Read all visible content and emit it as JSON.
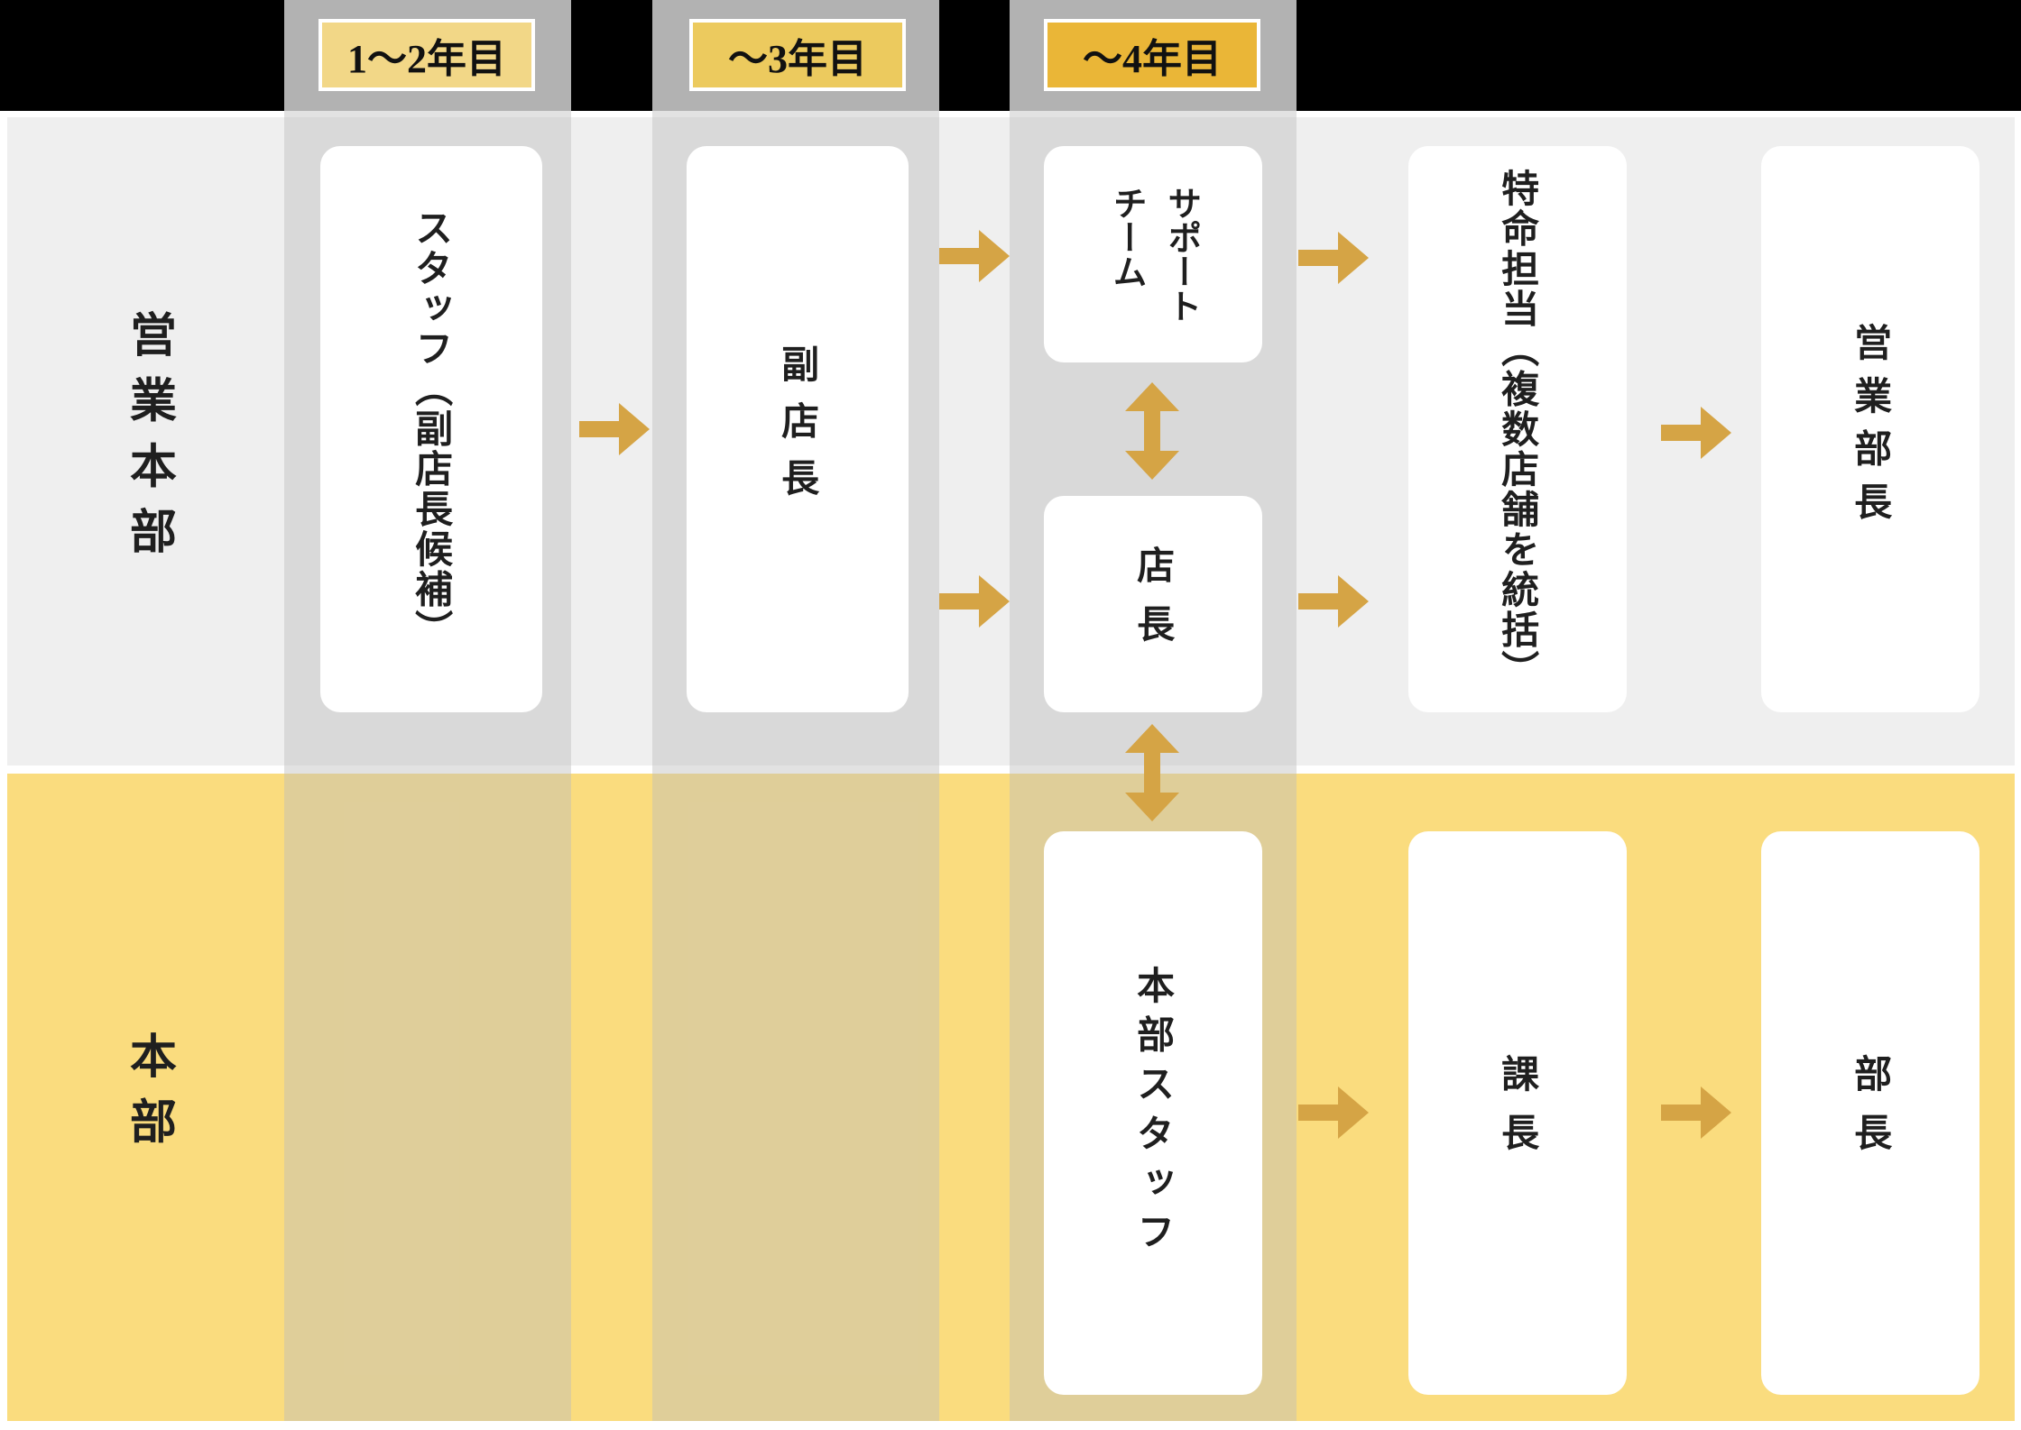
{
  "colors": {
    "top_bar": "#000000",
    "column_header": "#b2b2b2",
    "column_overlay": "rgba(189,189,189,0.44)",
    "band_sales": "#efefef",
    "band_hq": "#fadc7e",
    "box_bg": "#ffffff",
    "arrow": "#d5a445",
    "text": "#1f1f1f"
  },
  "year_labels": [
    {
      "text": "1～2年目",
      "fill": "#f2d787"
    },
    {
      "text": "～3年目",
      "fill": "#ecca5e"
    },
    {
      "text": "～4年目",
      "fill": "#eab637"
    }
  ],
  "bands": [
    {
      "label": "営業本部"
    },
    {
      "label": "本部"
    }
  ],
  "boxes": {
    "staff": "スタッフ（副店長候補）",
    "deputy_manager": "副店長",
    "support_team": "サポート\nチーム",
    "store_manager": "店長",
    "special_mission": "特命担当（複数店舗を統括）",
    "sales_general_manager": "営業部長",
    "hq_staff": "本部スタッフ",
    "section_chief": "課長",
    "department_chief": "部長"
  }
}
